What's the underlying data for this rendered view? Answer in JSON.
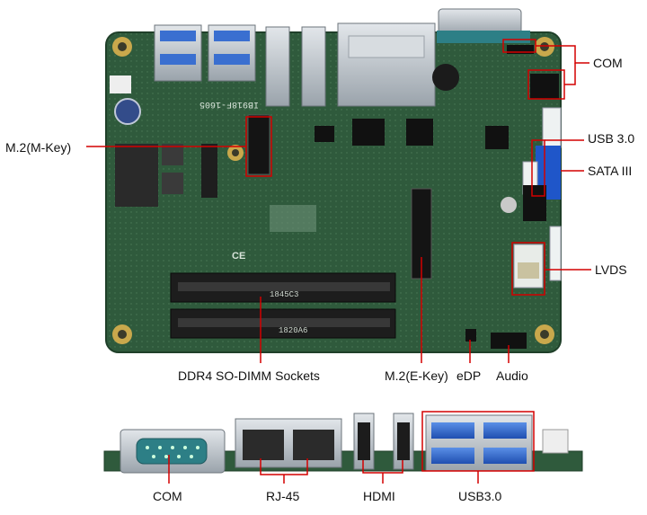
{
  "labels": {
    "com_top": "COM",
    "usb30_top": "USB 3.0",
    "sata": "SATA III",
    "lvds": "LVDS",
    "m2_mkey": "M.2(M-Key)",
    "ddr4": "DDR4 SO-DIMM Sockets",
    "m2_ekey": "M.2(E-Key)",
    "edp": "eDP",
    "audio": "Audio",
    "com_bottom": "COM",
    "rj45": "RJ-45",
    "hdmi": "HDMI",
    "usb30_bottom": "USB3.0"
  },
  "silkscreen": {
    "board_id": "IB918F-1605",
    "chip_top": "1845C3",
    "chip_bottom": "1820A6"
  },
  "colors": {
    "pcb": "#2f5a3c",
    "pcb_dark": "#1f3f29",
    "pcb_light": "#3d6b4a",
    "callout": "#d40000",
    "gold": "#c9a84c",
    "silver": "#bfc6cc",
    "usb_blue": "#2f6fd6",
    "sata_blue": "#1f56c9",
    "dimm": "#222222",
    "com_blue": "#2d7f86"
  }
}
